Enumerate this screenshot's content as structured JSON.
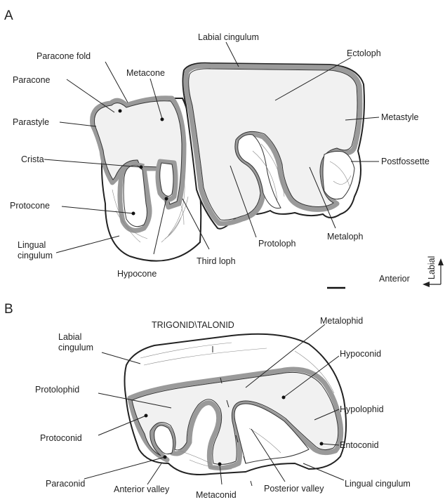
{
  "panel_a": {
    "letter": "A",
    "labels": {
      "labial_cingulum": "Labial cingulum",
      "paracone_fold": "Paracone fold",
      "ectoloph": "Ectoloph",
      "paracone": "Paracone",
      "metacone": "Metacone",
      "parastyle": "Parastyle",
      "metastyle": "Metastyle",
      "postfossette": "Postfossette",
      "crista": "Crista",
      "protocone": "Protocone",
      "lingual_cingulum": "Lingual\ncingulum",
      "hypocone": "Hypocone",
      "third_loph": "Third loph",
      "protoloph": "Protoloph",
      "metaloph": "Metaloph"
    }
  },
  "orientation": {
    "vertical": "Labial",
    "horizontal": "Anterior"
  },
  "panel_b": {
    "letter": "B",
    "header": "TRIGONID\\TALONID",
    "labels": {
      "labial_cingulum": "Labial\ncingulum",
      "metalophid": "Metalophid",
      "hypoconid": "Hypoconid",
      "protolophid": "Protolophid",
      "hypolophid": "Hypolophid",
      "protoconid": "Protoconid",
      "entoconid": "Entoconid",
      "paraconid": "Paraconid",
      "anterior_valley": "Anterior valley",
      "metaconid": "Metaconid",
      "posterior_valley": "Posterior valley",
      "lingual_cingulum": "Lingual cingulum"
    }
  }
}
